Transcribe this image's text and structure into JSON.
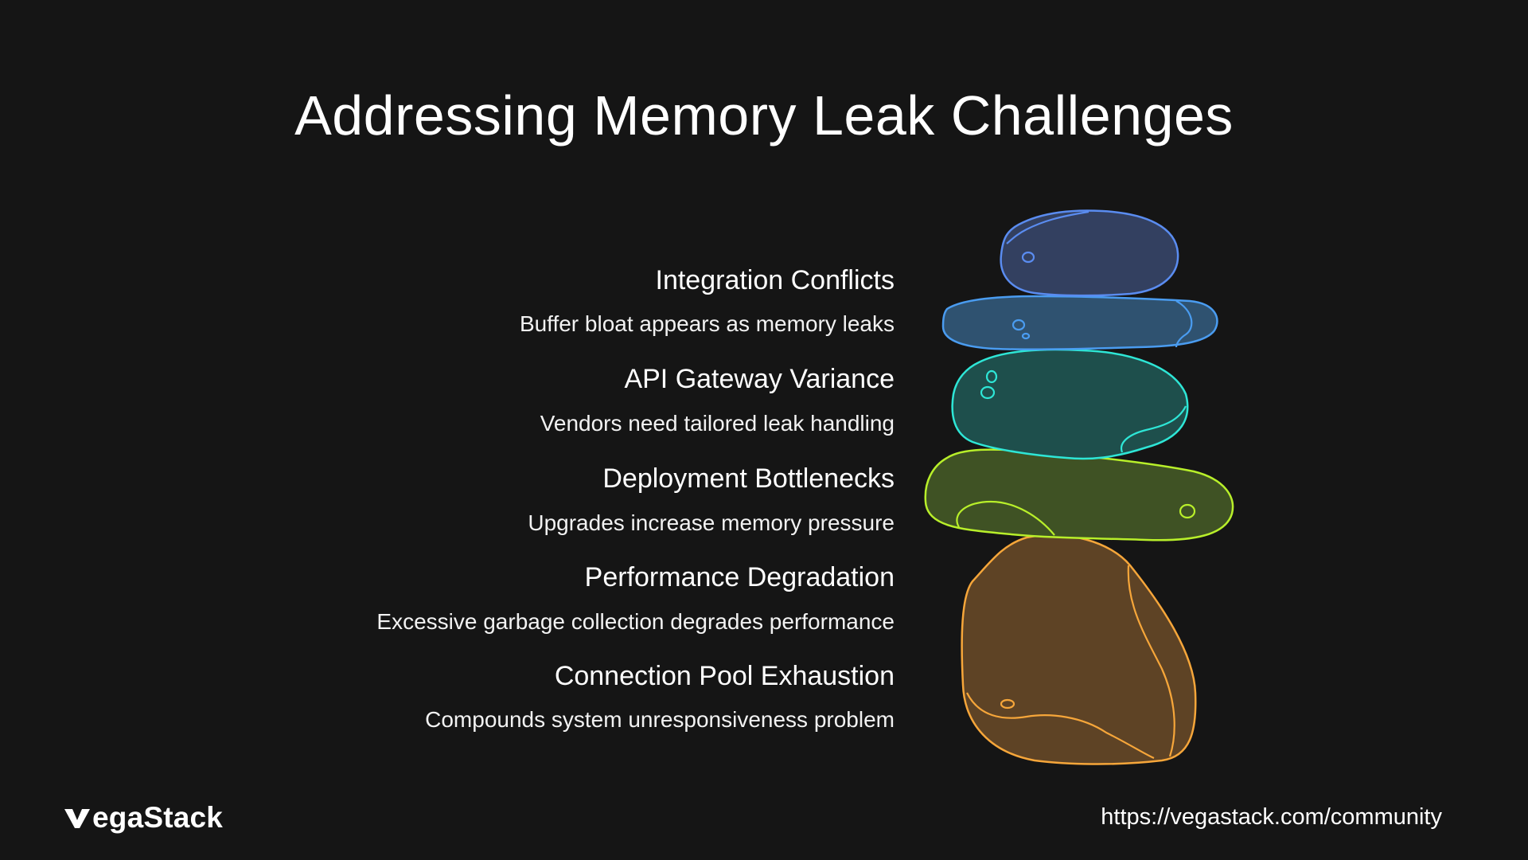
{
  "title": "Addressing Memory Leak Challenges",
  "items": [
    {
      "title": "Integration Conflicts",
      "description": "Buffer bloat appears as memory leaks",
      "color": "#4a9cf0",
      "fill": "#2f5270"
    },
    {
      "title": "API Gateway Variance",
      "description": "Vendors need tailored leak handling",
      "color": "#2ee6d6",
      "fill": "#1e4f4c"
    },
    {
      "title": "Deployment Bottlenecks",
      "description": "Upgrades increase memory pressure",
      "color": "#b8ef2a",
      "fill": "#3f5224"
    },
    {
      "title": "Performance Degradation",
      "description": "Excessive garbage collection degrades performance",
      "color": "#f6a63a",
      "fill": "#5e4325"
    },
    {
      "title": "Connection Pool Exhaustion",
      "description": "Compounds system unresponsiveness problem",
      "color": "#5a8cf0",
      "fill": "#334060"
    }
  ],
  "footer": {
    "brand": "VegaStack",
    "brand_rest": "egaStack",
    "url": "https://vegastack.com/community"
  }
}
